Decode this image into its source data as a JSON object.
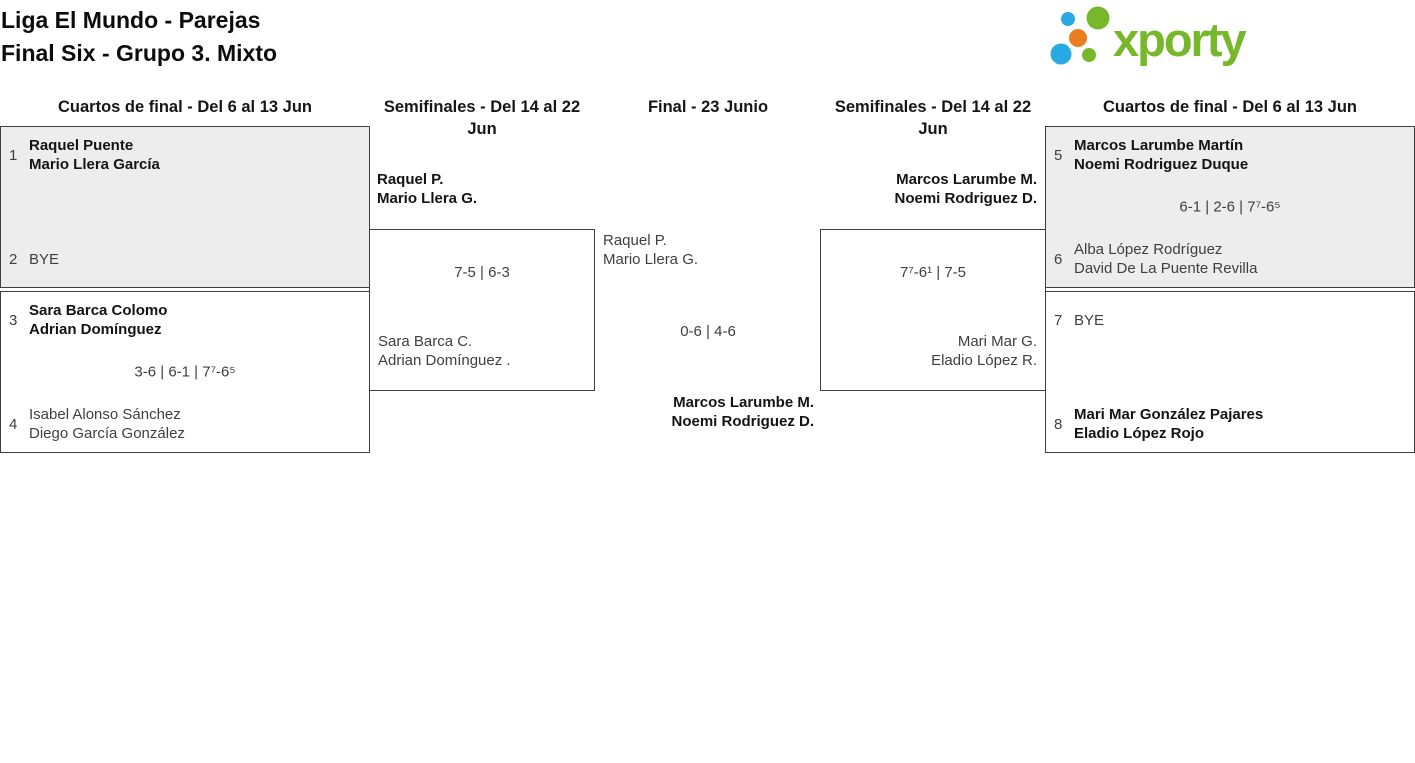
{
  "header": {
    "title_line1": "Liga El Mundo - Parejas",
    "title_line2": "Final Six - Grupo 3. Mixto",
    "logo_text": "xporty"
  },
  "round_headers": {
    "qf_left": "Cuartos de final - Del 6 al 13 Jun",
    "sf_left": "Semifinales - Del 14 al 22 Jun",
    "final": "Final - 23 Junio",
    "sf_right": "Semifinales - Del 14 al 22 Jun",
    "qf_right": "Cuartos de final - Del 6 al 13 Jun"
  },
  "matches": {
    "qf_left_top": {
      "seed_top": "1",
      "top_line1": "Raquel Puente",
      "top_line2": "Mario Llera García",
      "score": "",
      "seed_bottom": "2",
      "bottom_line1": "BYE",
      "bottom_line2": ""
    },
    "qf_left_bottom": {
      "seed_top": "3",
      "top_line1": "Sara Barca Colomo",
      "top_line2": "Adrian Domínguez",
      "score": "3-6 | 6-1 | 7⁷-6⁵",
      "seed_bottom": "4",
      "bottom_line1": "Isabel Alonso Sánchez",
      "bottom_line2": "Diego García González"
    },
    "sf_left": {
      "winner_line1": "Raquel P.",
      "winner_line2": "Mario Llera G.",
      "score": "7-5 | 6-3",
      "loser_line1": "Sara Barca C.",
      "loser_line2": "Adrian Domínguez ."
    },
    "final": {
      "top_line1": "Raquel P.",
      "top_line2": "Mario Llera G.",
      "score": "0-6 | 4-6",
      "bottom_line1": "Marcos Larumbe M.",
      "bottom_line2": "Noemi Rodriguez D."
    },
    "sf_right": {
      "winner_line1": "Marcos Larumbe M.",
      "winner_line2": "Noemi Rodriguez D.",
      "score": "7⁷-6¹ | 7-5",
      "loser_line1": "Mari Mar G.",
      "loser_line2": "Eladio López R."
    },
    "qf_right_top": {
      "seed_top": "5",
      "top_line1": "Marcos Larumbe Martín",
      "top_line2": "Noemi Rodriguez Duque",
      "score": "6-1 | 2-6 | 7⁷-6⁵",
      "seed_bottom": "6",
      "bottom_line1": "Alba López Rodríguez",
      "bottom_line2": "David De La Puente Revilla"
    },
    "qf_right_bottom": {
      "seed_top": "7",
      "top_line1": "BYE",
      "top_line2": "",
      "score": "",
      "seed_bottom": "8",
      "bottom_line1": "Mari Mar González Pajares",
      "bottom_line2": "Eladio López Rojo"
    }
  },
  "colors": {
    "logo_green": "#76b82a",
    "logo_blue": "#29a9e1",
    "logo_orange": "#e97d20",
    "box_gray_background": "#ededed",
    "box_border": "#3f3f3f"
  }
}
